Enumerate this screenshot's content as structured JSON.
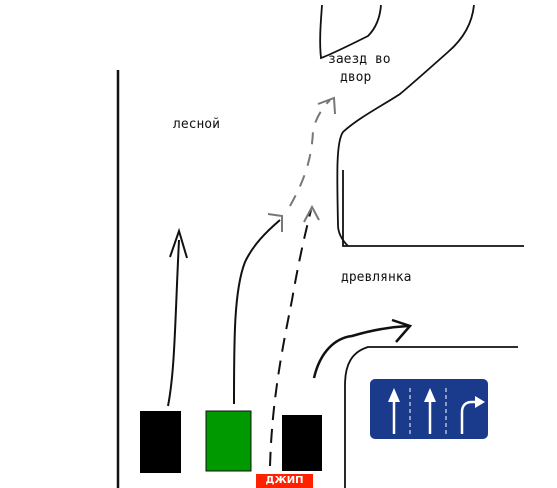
{
  "labels": {
    "entry_line1": "заезд во",
    "entry_line2": "двор",
    "street_left": "лесной",
    "street_right": "древлянка",
    "jeep": "ДЖИП"
  },
  "colors": {
    "car_black": "#000000",
    "car_green": "#009900",
    "jeep_tag": "#ff2200",
    "sign_bg": "#1a3a8c",
    "sign_arrows": "#ffffff",
    "path_grey": "#777777"
  },
  "sign": {
    "lanes": [
      "straight-arrow-icon",
      "straight-arrow-icon",
      "right-turn-arrow-icon"
    ]
  }
}
